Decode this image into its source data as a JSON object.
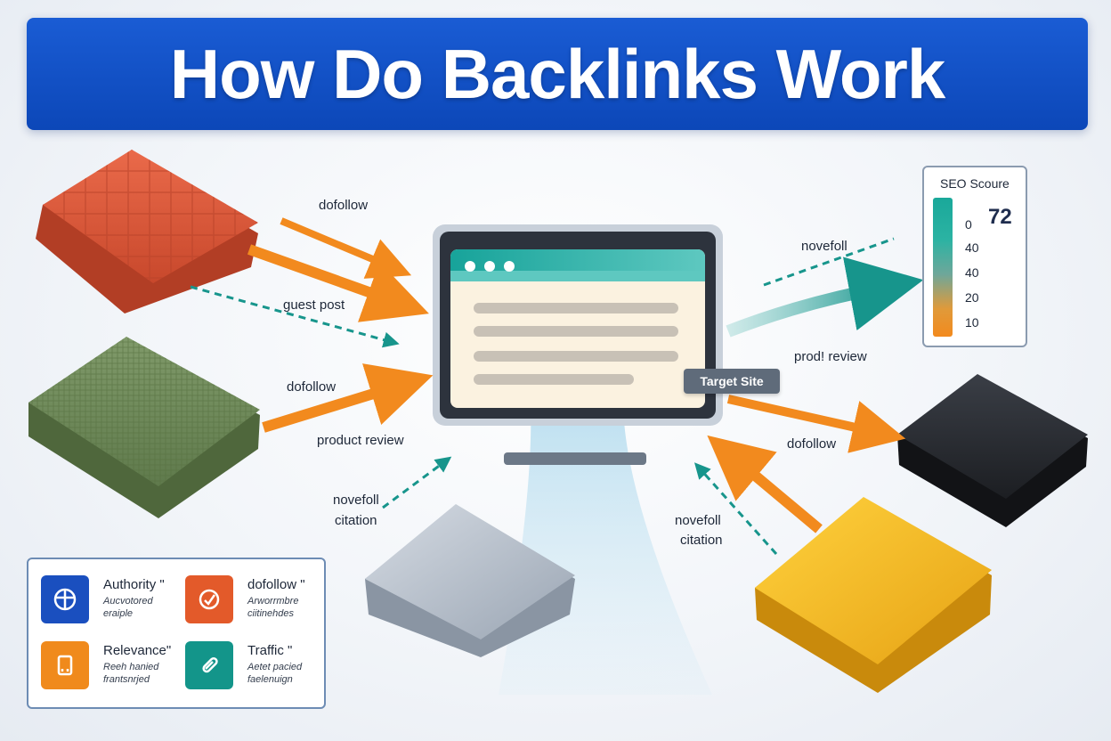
{
  "title": "How Do Backlinks Work",
  "labels": {
    "dofollow_top": "dofollow",
    "guest_post": "guest post",
    "dofollow_mid": "dofollow",
    "product_review_left": "product review",
    "nofollow_citation_left_1": "novefoll",
    "nofollow_citation_left_2": "citation",
    "novefoll_right": "novefoll",
    "product_review_right": "prod! review",
    "dofollow_right": "dofollow",
    "nofollow_citation_right_1": "novefoll",
    "nofollow_citation_right_2": "citation",
    "target_site": "Target Site"
  },
  "seo": {
    "title": "SEO Scoure",
    "score": "72",
    "ticks": [
      "0",
      "40",
      "40",
      "20",
      "10"
    ]
  },
  "legend": [
    {
      "name": "Authority \"",
      "desc1": "Aucvotored",
      "desc2": "eraiple",
      "color": "#1a4fbf",
      "icon": "shield-globe-icon"
    },
    {
      "name": "dofollow \"",
      "desc1": "Arworrmbre",
      "desc2": "ciitinehdes",
      "color": "#e35a2a",
      "icon": "heart-link-icon"
    },
    {
      "name": "Relevance\"",
      "desc1": "Reeh hanied",
      "desc2": "frantsnrjed",
      "color": "#f08a1c",
      "icon": "document-icon"
    },
    {
      "name": "Traffic \"",
      "desc1": "Aetet pacied",
      "desc2": "faelenuign",
      "color": "#13958a",
      "icon": "link-icon"
    }
  ],
  "colors": {
    "banner": "#0c47b8",
    "orange_arrow": "#f28a1e",
    "teal_arrow": "#17958c",
    "tile_red": "#d9573a",
    "tile_green": "#6e8a5a",
    "tile_silver": "#a9b3c0",
    "tile_yellow": "#f0b420",
    "tile_black": "#2a2d33"
  }
}
